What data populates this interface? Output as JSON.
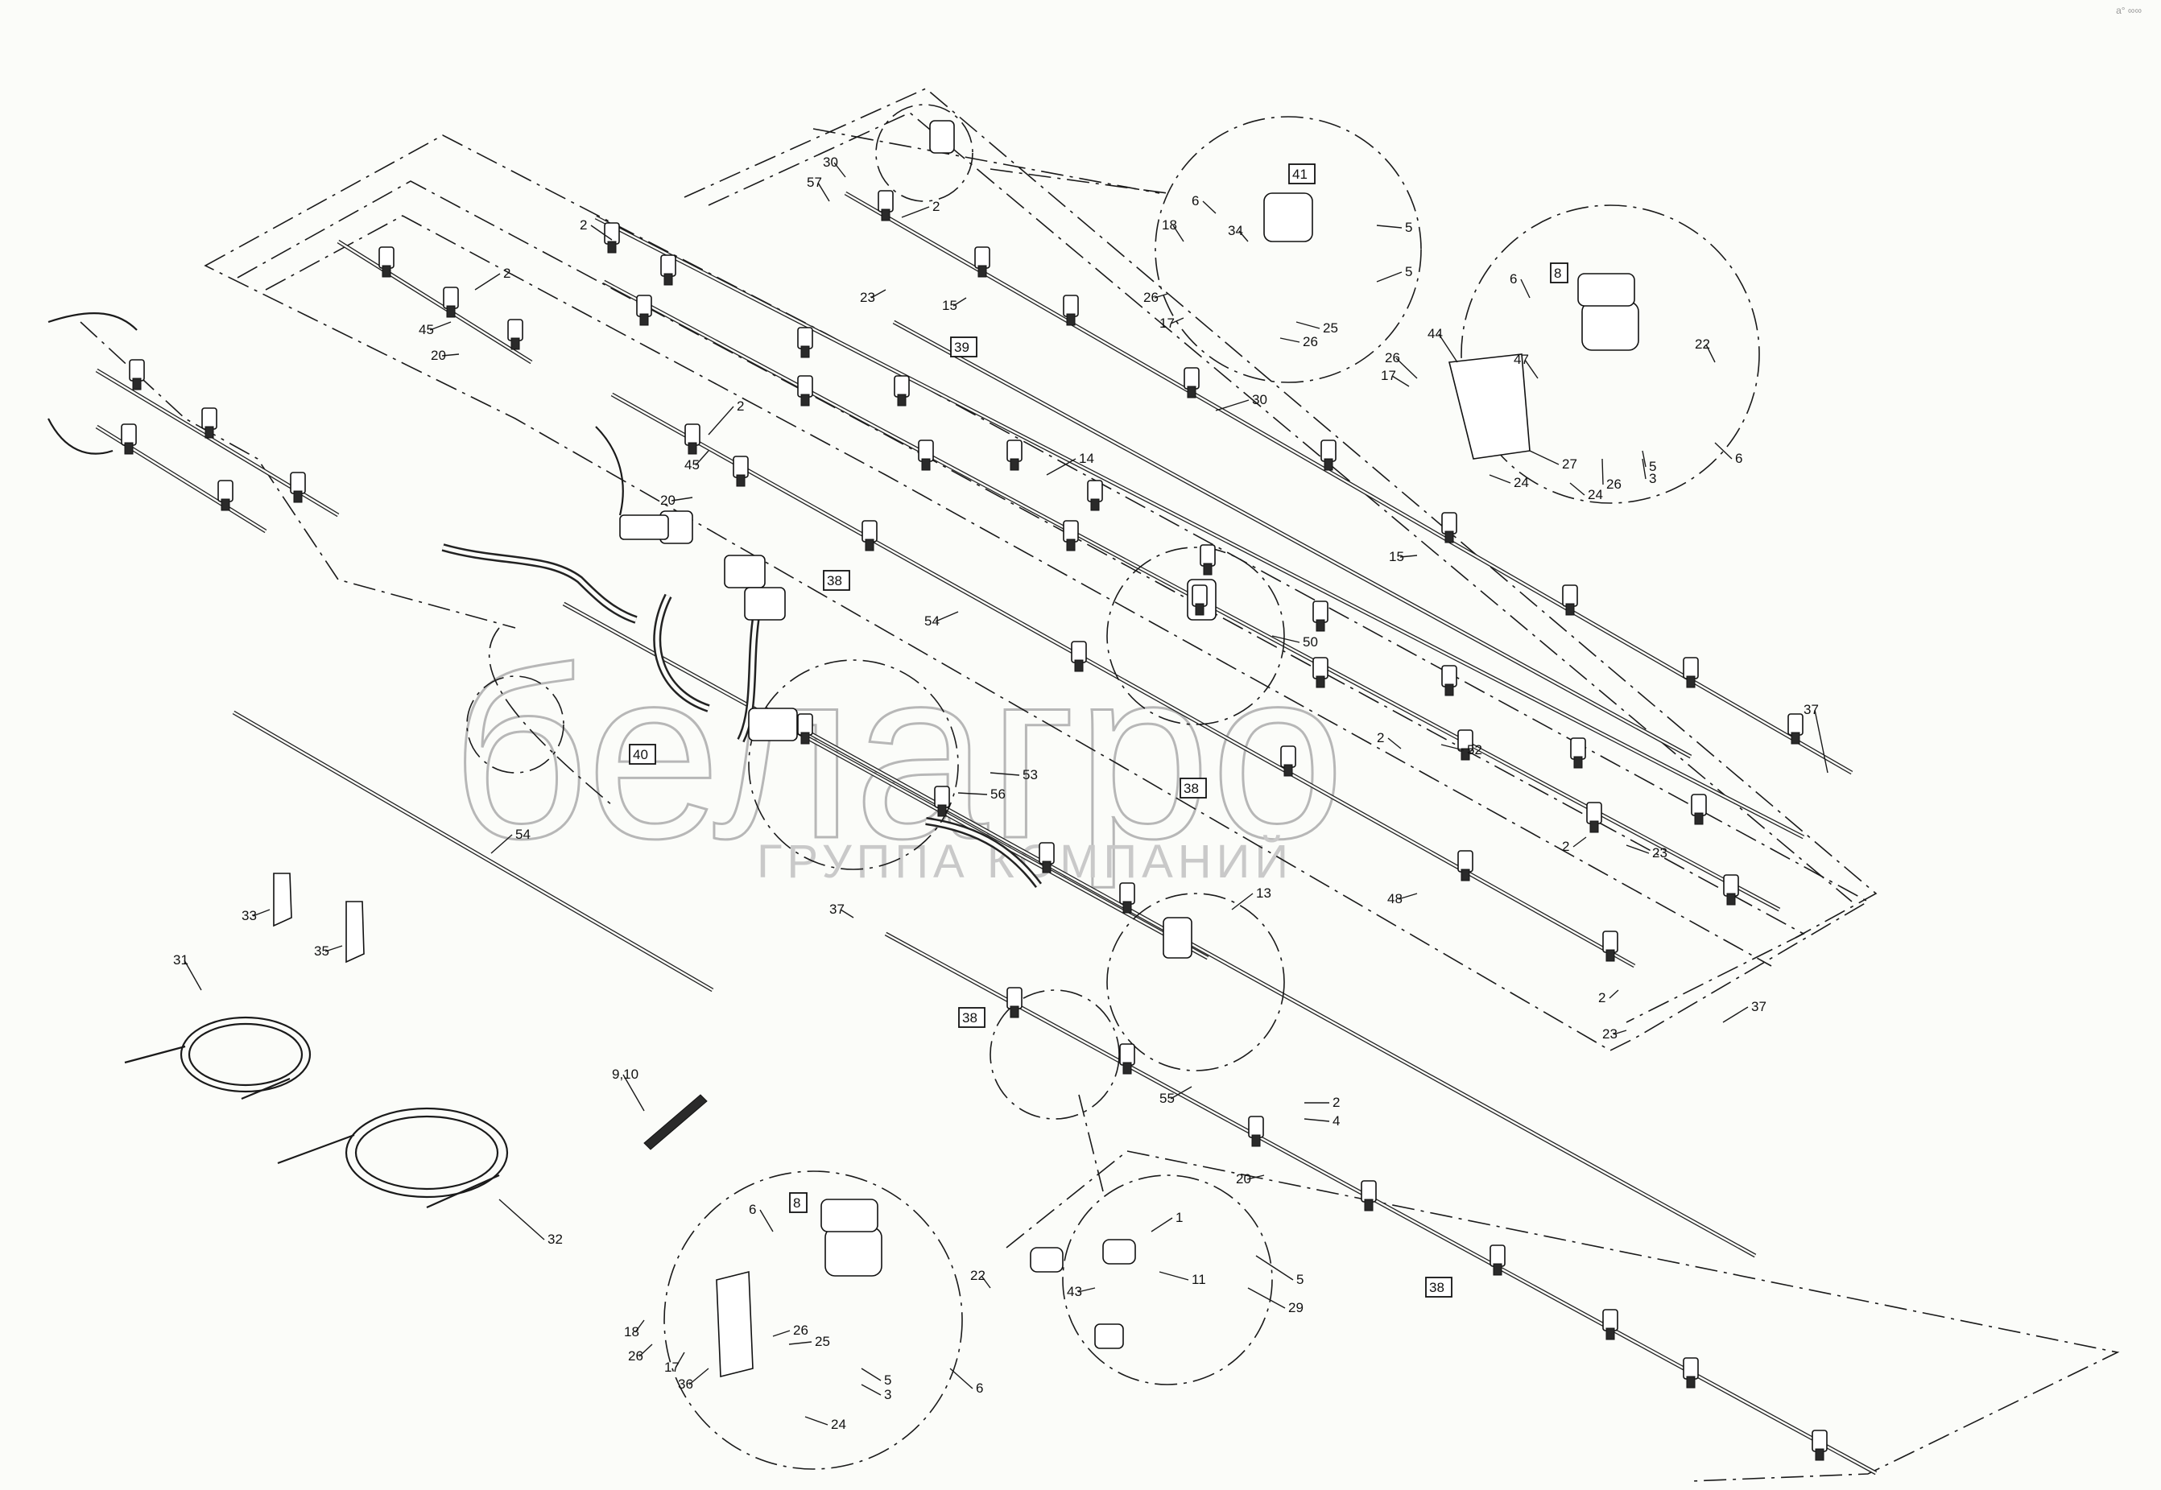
{
  "diagram": {
    "labels": [
      "1",
      "2",
      "3",
      "4",
      "5",
      "6",
      "8",
      "9,10",
      "11",
      "13",
      "14",
      "15",
      "17",
      "18",
      "20",
      "22",
      "23",
      "24",
      "25",
      "26",
      "27",
      "29",
      "30",
      "31",
      "32",
      "33",
      "34",
      "35",
      "36",
      "37",
      "38",
      "39",
      "40",
      "41",
      "43",
      "44",
      "45",
      "47",
      "48",
      "50",
      "52",
      "53",
      "54",
      "55",
      "56"
    ],
    "boxed_labels": [
      "8",
      "38",
      "39",
      "40",
      "41"
    ]
  },
  "watermark": {
    "brand": "белагро",
    "tagline": "ГРУППА КОМПАНИЙ"
  },
  "corner_mark": "a° ∞∞"
}
